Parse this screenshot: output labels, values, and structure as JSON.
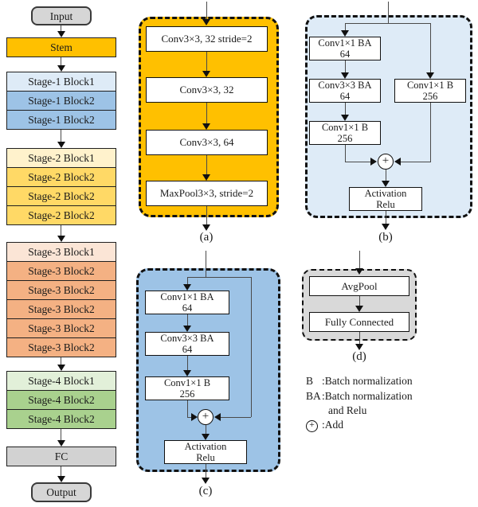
{
  "figure": {
    "type": "cnn-architecture-diagram"
  },
  "colors": {
    "stem_gold": "#FFC000",
    "stage1_block1": "#DEEBF7",
    "stage1_block2": "#9DC3E6",
    "stage2_block1": "#FFF2CC",
    "stage2_block2": "#FFD966",
    "stage3_block1": "#FBE5D6",
    "stage3_block2": "#F4B183",
    "stage4_block1": "#E2F0D9",
    "stage4_block2": "#A9D18E",
    "io_gray": "#D6D6D6",
    "fc_gray": "#D2D2D2",
    "panel_a_bg": "#FFC000",
    "panel_b_bg": "#DEEBF7",
    "panel_c_bg": "#9DC3E6",
    "panel_d_bg": "#D9D9D9"
  },
  "flowchart": {
    "rows": [
      {
        "label": "Input",
        "color": "#D6D6D6"
      },
      {
        "label": "Stem",
        "color": "#FFC000"
      },
      {
        "label": "Stage-1 Block1",
        "color": "#DEEBF7"
      },
      {
        "label": "Stage-1 Block2",
        "color": "#9DC3E6"
      },
      {
        "label": "Stage-1 Block2",
        "color": "#9DC3E6"
      },
      {
        "label": "Stage-2 Block1",
        "color": "#FFF2CC"
      },
      {
        "label": "Stage-2 Block2",
        "color": "#FFD966"
      },
      {
        "label": "Stage-2 Block2",
        "color": "#FFD966"
      },
      {
        "label": "Stage-2 Block2",
        "color": "#FFD966"
      },
      {
        "label": "Stage-3 Block1",
        "color": "#FBE5D6"
      },
      {
        "label": "Stage-3 Block2",
        "color": "#F4B183"
      },
      {
        "label": "Stage-3 Block2",
        "color": "#F4B183"
      },
      {
        "label": "Stage-3 Block2",
        "color": "#F4B183"
      },
      {
        "label": "Stage-3 Block2",
        "color": "#F4B183"
      },
      {
        "label": "Stage-3 Block2",
        "color": "#F4B183"
      },
      {
        "label": "Stage-4 Block1",
        "color": "#E2F0D9"
      },
      {
        "label": "Stage-4 Block2",
        "color": "#A9D18E"
      },
      {
        "label": "Stage-4 Block2",
        "color": "#A9D18E"
      },
      {
        "label": "FC",
        "color": "#D2D2D2"
      },
      {
        "label": "Output",
        "color": "#D6D6D6"
      }
    ]
  },
  "panels": {
    "a": {
      "bg": "#FFC000",
      "label": "(a)",
      "boxes": [
        "Conv3×3, 32 stride=2",
        "Conv3×3, 32",
        "Conv3×3, 64",
        "MaxPool3×3, stride=2"
      ]
    },
    "b": {
      "bg": "#DEEBF7",
      "label": "(b)",
      "add": "+",
      "box1": {
        "name": "Conv1×1 BA",
        "size": "64"
      },
      "box2": {
        "name": "Conv3×3 BA",
        "size": "64"
      },
      "box3": {
        "name": "Conv1×1 B",
        "size": "256"
      },
      "box4": {
        "name": "Conv1×1 B",
        "size": "256"
      },
      "act": {
        "line1": "Activation",
        "line2": "Relu"
      }
    },
    "c": {
      "bg": "#9DC3E6",
      "label": "(c)",
      "add": "+",
      "box1": {
        "name": "Conv1×1 BA",
        "size": "64"
      },
      "box2": {
        "name": "Conv3×3 BA",
        "size": "64"
      },
      "box3": {
        "name": "Conv1×1 B",
        "size": "256"
      },
      "act": {
        "line1": "Activation",
        "line2": "Relu"
      }
    },
    "d": {
      "bg": "#D9D9D9",
      "label": "(d)",
      "boxes": [
        "AvgPool",
        "Fully Connected"
      ]
    }
  },
  "legend": {
    "items": [
      {
        "symbol": "B",
        "text": ":Batch normalization"
      },
      {
        "symbol": "BA",
        "text": ":Batch normalization"
      },
      {
        "symbol": "",
        "text": "and Relu"
      },
      {
        "symbol": "+",
        "text": ":Add"
      }
    ]
  }
}
